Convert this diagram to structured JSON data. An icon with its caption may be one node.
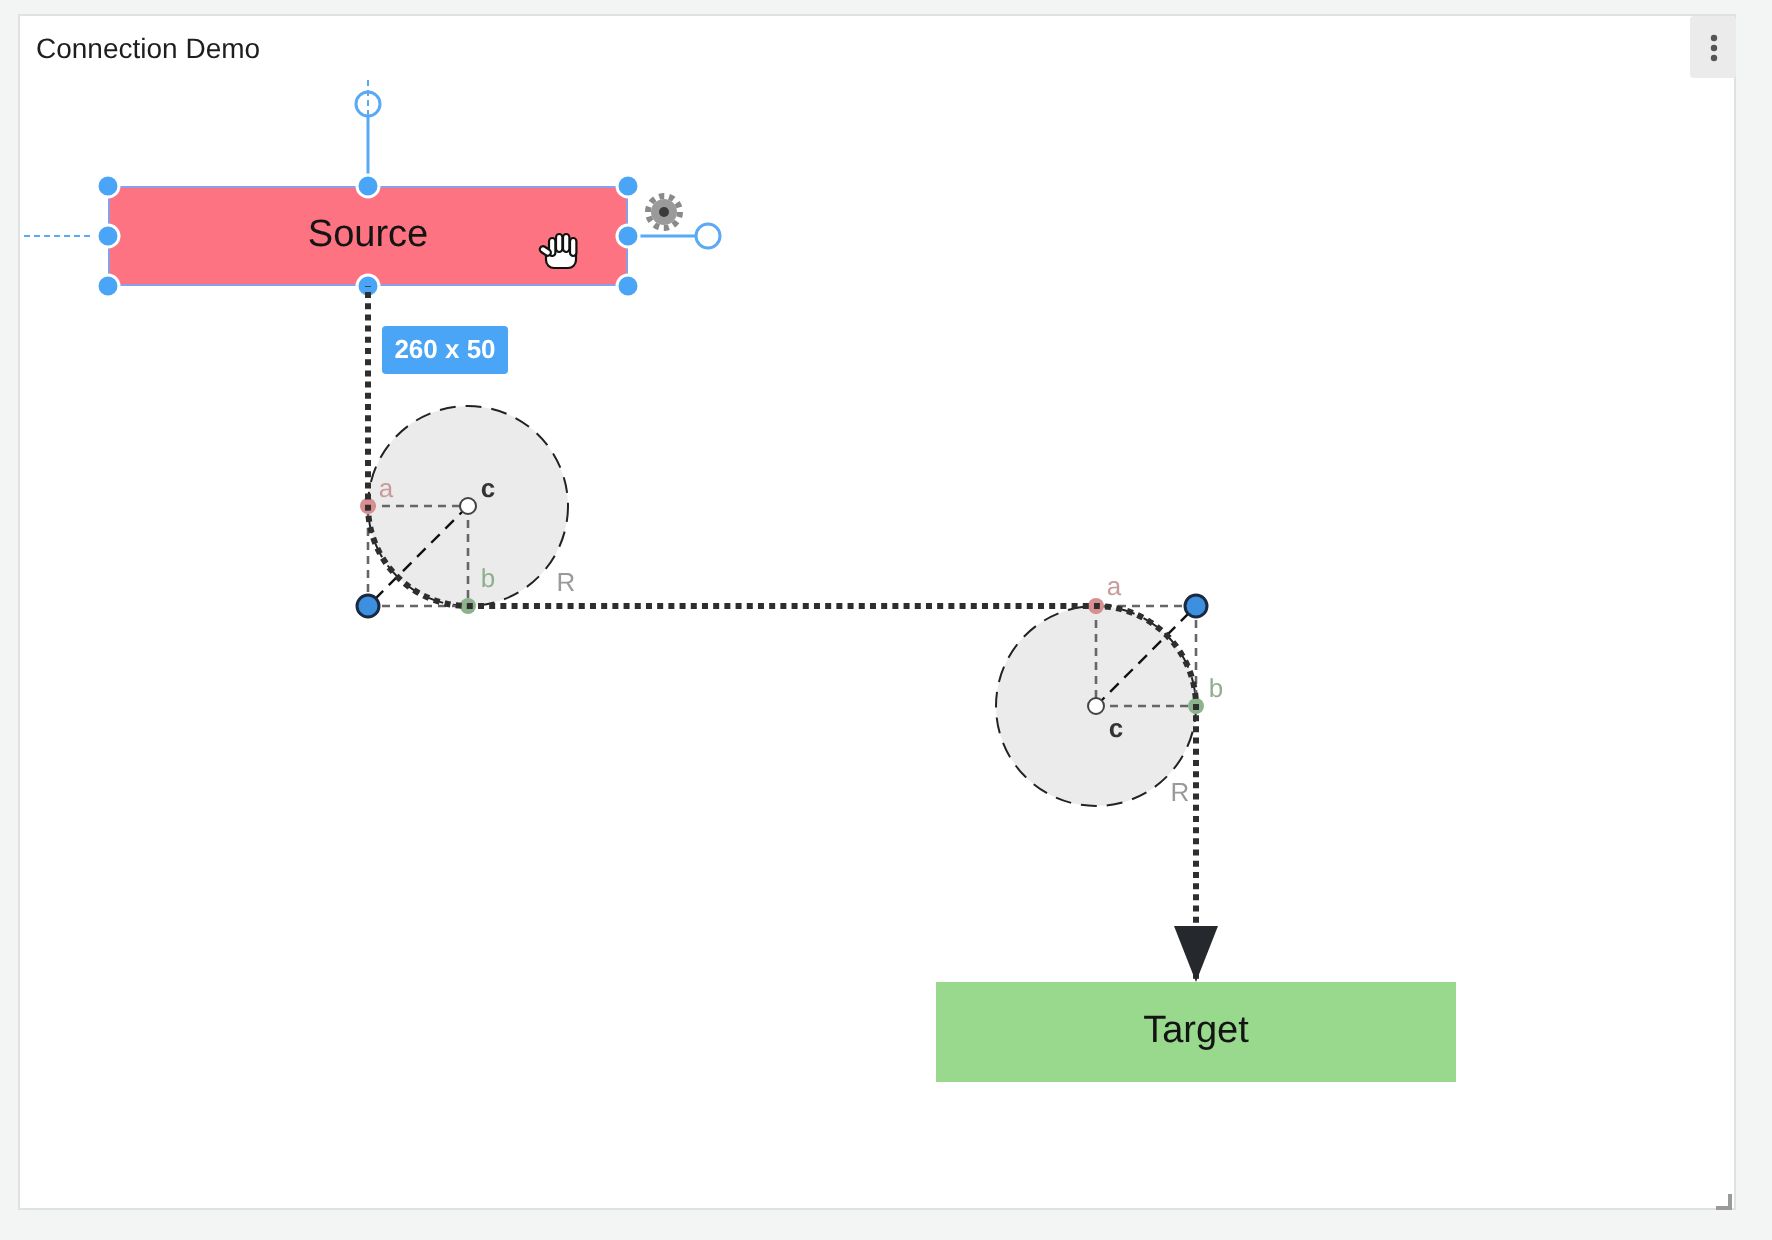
{
  "diagram": {
    "title": "Connection Demo",
    "nodes": [
      {
        "text": [
          "Source"
        ]
      },
      {
        "text": [
          "Target"
        ]
      }
    ],
    "edges": [
      {
        "from": 0,
        "to": 1,
        "arrow": "to",
        "style": "dashed"
      }
    ],
    "labels": [
      "260 x 50",
      "a",
      "c",
      "b",
      "R",
      "a",
      "c",
      "b",
      "R"
    ]
  }
}
